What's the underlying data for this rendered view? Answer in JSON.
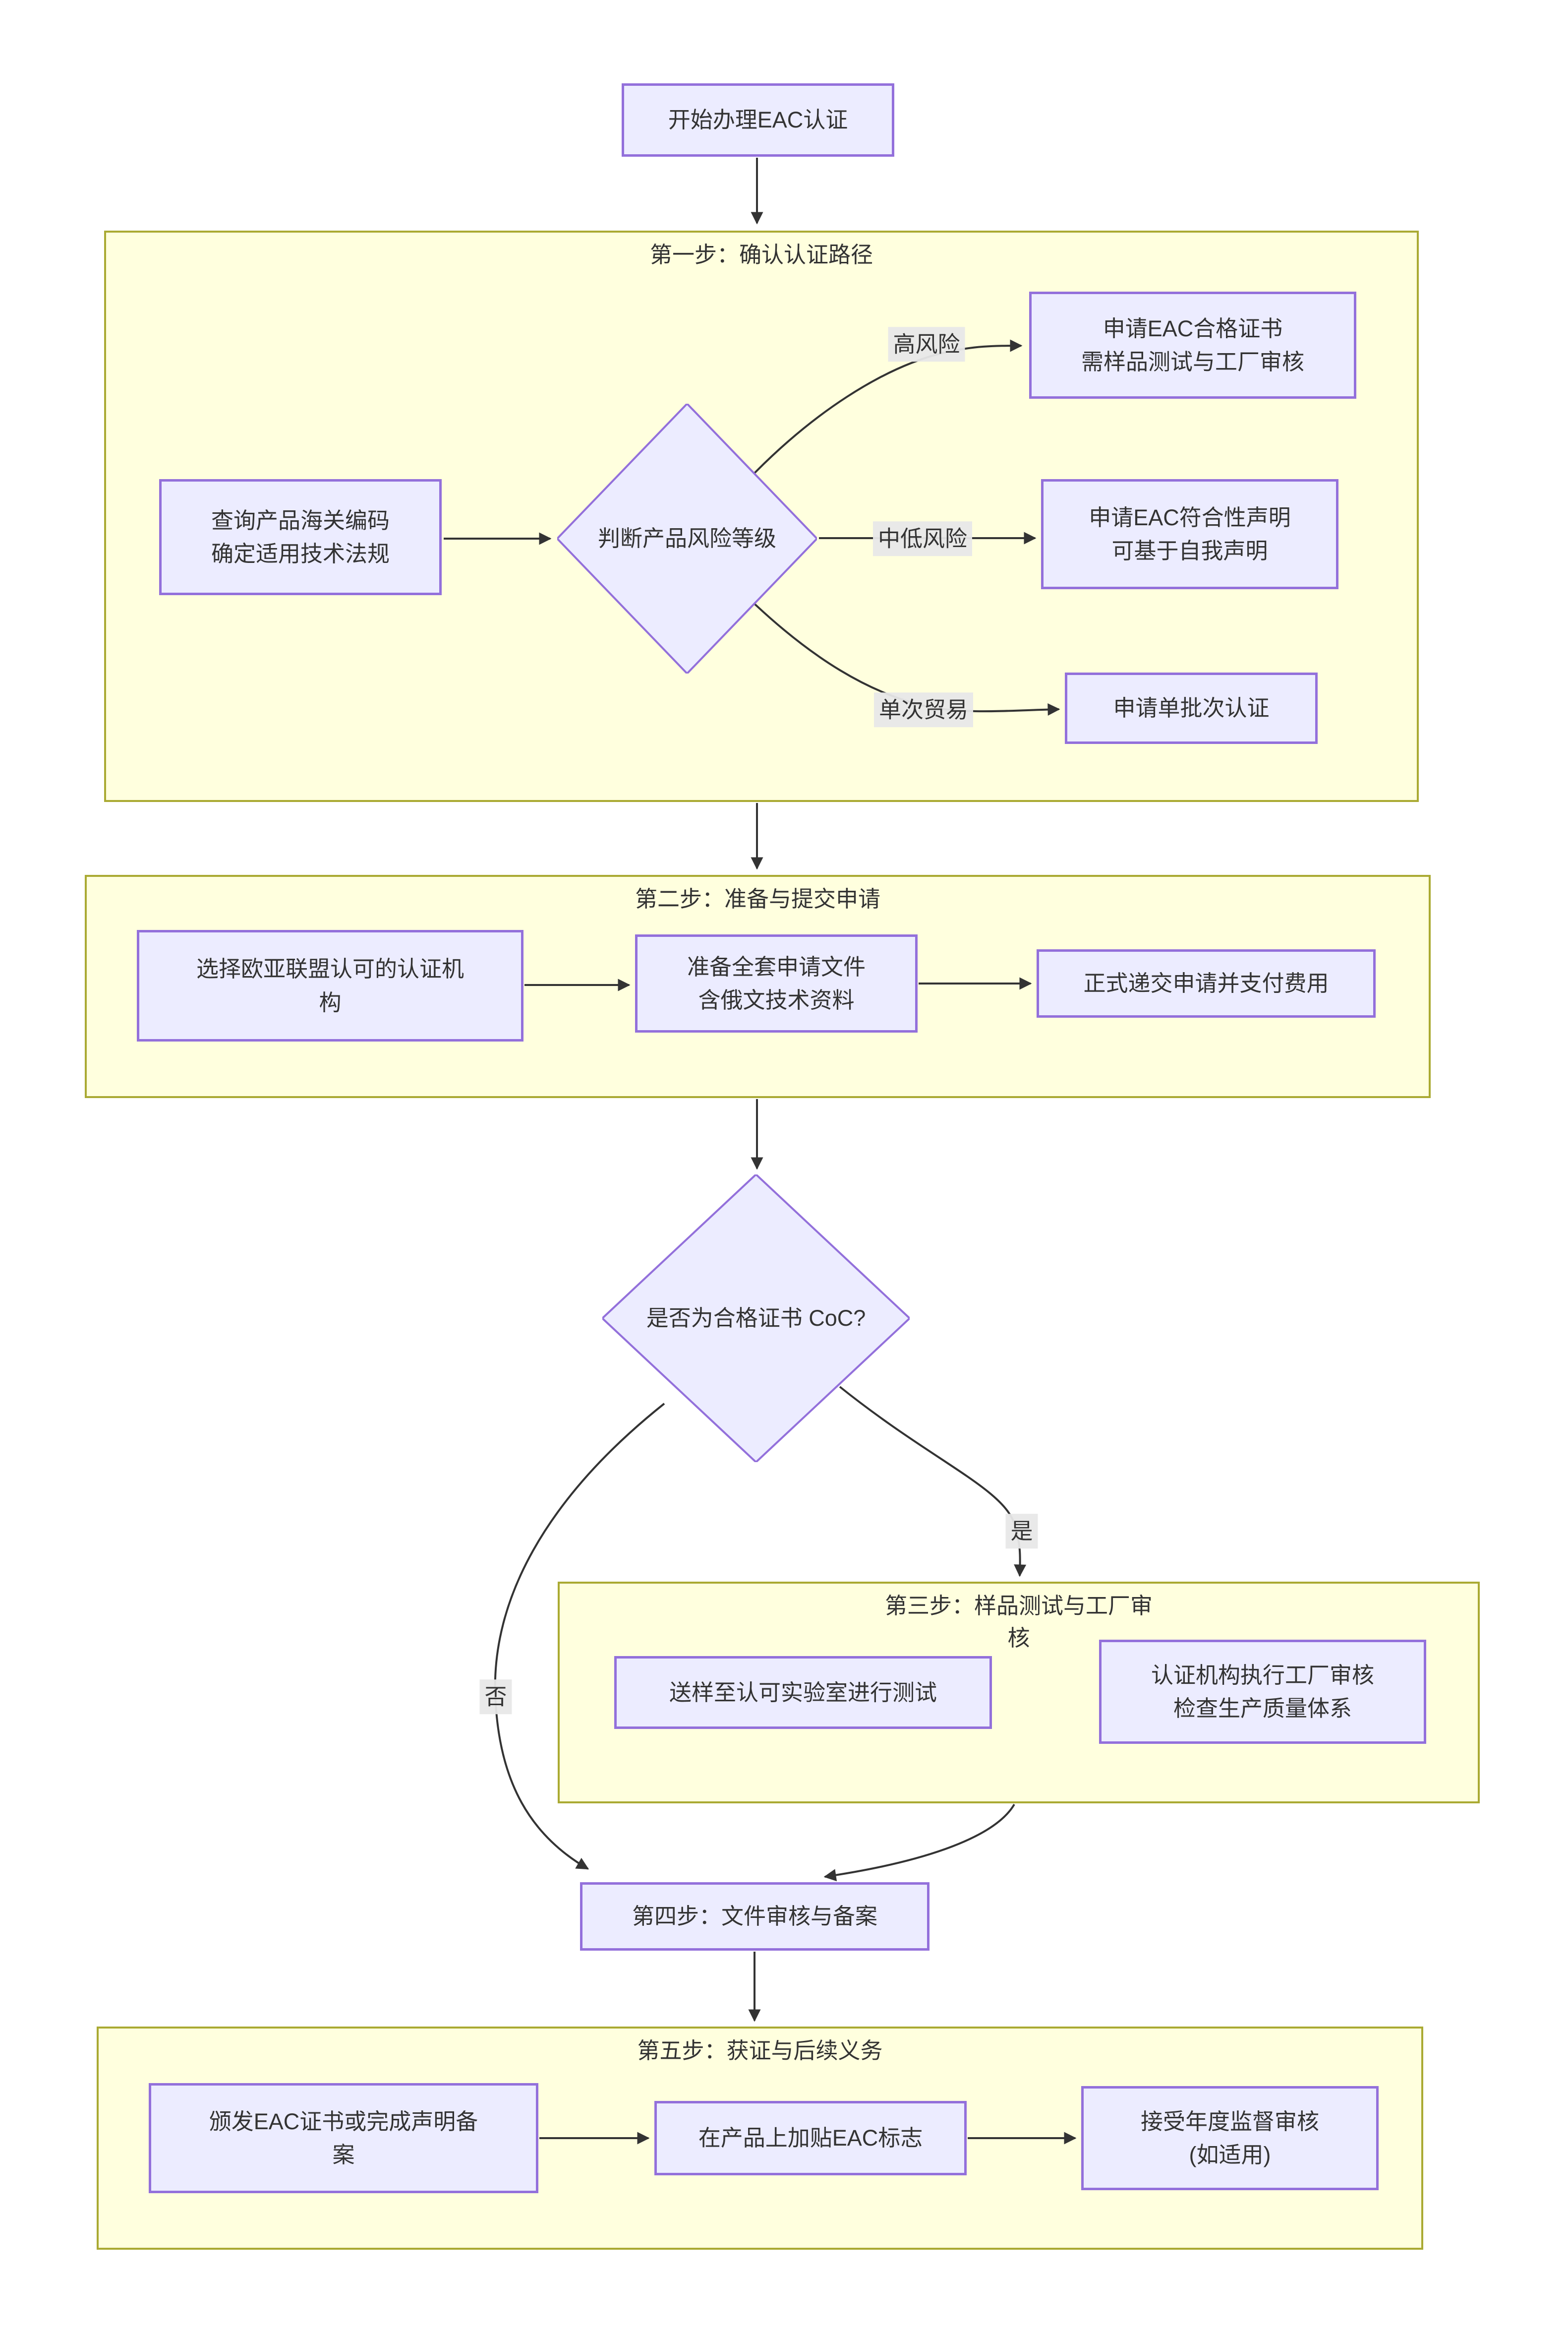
{
  "diagram": {
    "start_node": {
      "label": "开始办理EAC认证"
    },
    "sections": {
      "s1": {
        "title": "第一步：确认认证路径"
      },
      "s2": {
        "title": "第二步：准备与提交申请"
      },
      "s3": {
        "title": "第三步：样品测试与工厂审\n核"
      },
      "s5": {
        "title": "第五步：获证与后续义务"
      }
    },
    "nodes": {
      "query_hs": {
        "label": "查询产品海关编码\n确定适用技术法规"
      },
      "risk_decision": {
        "label": "判断产品风险等级"
      },
      "coc_path": {
        "label": "申请EAC合格证书\n需样品测试与工厂审核"
      },
      "doc_path": {
        "label": "申请EAC符合性声明\n可基于自我声明"
      },
      "single_path": {
        "label": "申请单批次认证"
      },
      "select_body": {
        "label": "选择欧亚联盟认可的认证机\n构"
      },
      "prepare_docs": {
        "label": "准备全套申请文件\n含俄文技术资料"
      },
      "submit_apply": {
        "label": "正式递交申请并支付费用"
      },
      "coc_decision": {
        "label": "是否为合格证书 CoC?"
      },
      "sample_test": {
        "label": "送样至认可实验室进行测试"
      },
      "factory_audit": {
        "label": "认证机构执行工厂审核\n检查生产质量体系"
      },
      "step4": {
        "label": "第四步：文件审核与备案"
      },
      "issue_cert": {
        "label": "颁发EAC证书或完成声明备\n案"
      },
      "affix_mark": {
        "label": "在产品上加贴EAC标志"
      },
      "annual_audit": {
        "label": "接受年度监督审核\n(如适用)"
      }
    },
    "edge_labels": {
      "high_risk": "高风险",
      "mid_low_risk": "中低风险",
      "single_trade": "单次贸易",
      "yes": "是",
      "no": "否"
    },
    "colors": {
      "node_fill": "#ECECFF",
      "node_border": "#9370DB",
      "section_fill": "#ffffde",
      "section_border": "#aaaa33",
      "edge": "#333333",
      "text": "#333333",
      "edge_label_bg": "#e8e8e8"
    }
  }
}
